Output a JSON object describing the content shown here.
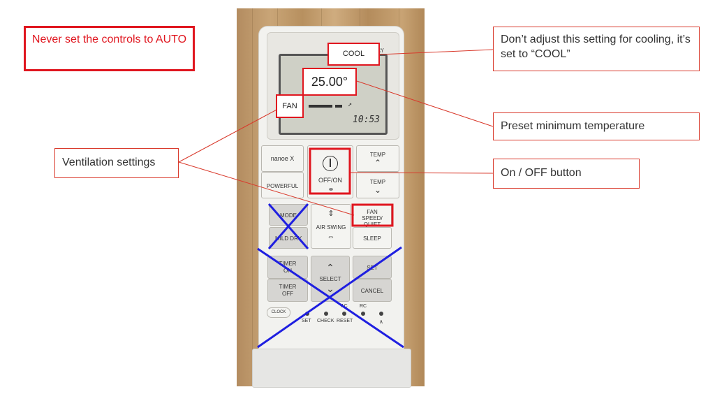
{
  "annotations": {
    "warning": "Never set the controls to AUTO",
    "cool_note": "Don’t adjust this setting for cooling, it’s set to “COOL”",
    "temp_note": "Preset minimum temperature",
    "ventilation_note": "Ventilation settings",
    "power_note": "On / OFF button"
  },
  "tags": {
    "cool": "COOL",
    "temperature": "25.00°",
    "fan": "FAN"
  },
  "remote": {
    "lcd_dry": "DRY",
    "lcd_clock": "10:53",
    "nanoex": "nanoe X",
    "powerful": "POWERFUL",
    "off_on": "OFF/ON",
    "temp_up": "TEMP",
    "temp_down": "TEMP",
    "mode": "MODE",
    "mild_dry": "MILD DRY",
    "air_swing": "AIR SWING",
    "fan_speed": "FAN SPEED/ QUIET",
    "sleep": "SLEEP",
    "timer_on": "TIMER ON",
    "timer_off": "TIMER OFF",
    "select": "SELECT",
    "set": "SET",
    "cancel": "CANCEL",
    "clock": "CLOCK",
    "set_small": "SET",
    "check": "CHECK",
    "ac": "AC",
    "reset": "RESET",
    "rc": "RC"
  },
  "colors": {
    "annotation_red": "#e0161f",
    "cross_blue": "#1f1fe0"
  }
}
